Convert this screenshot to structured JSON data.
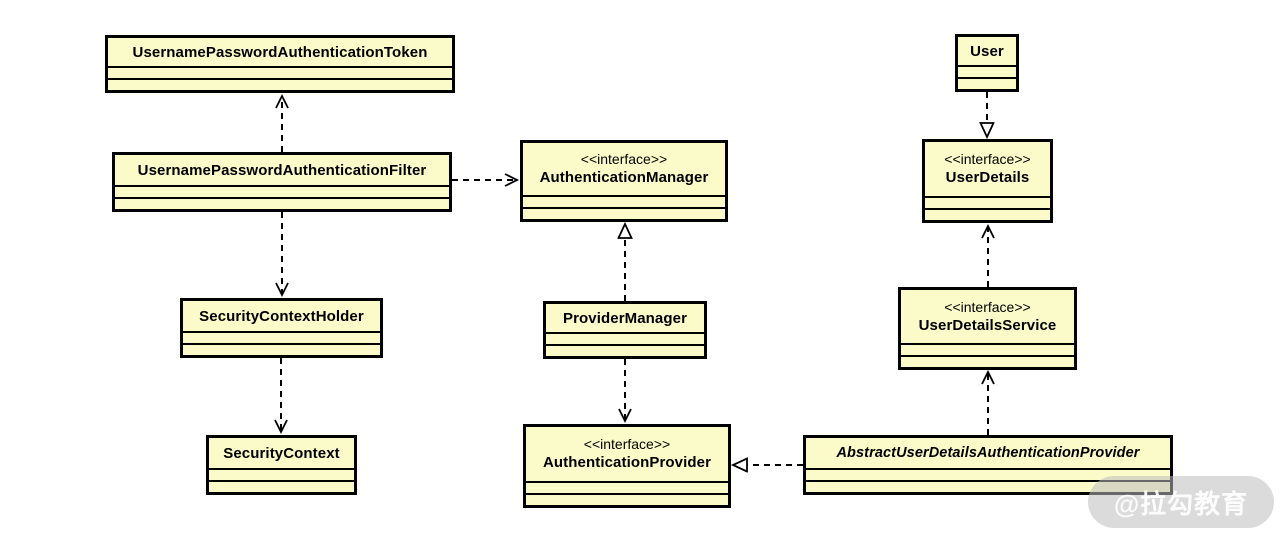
{
  "nodes": {
    "token": {
      "name": "UsernamePasswordAuthenticationToken"
    },
    "filter": {
      "name": "UsernamePasswordAuthenticationFilter"
    },
    "auth_manager": {
      "stereotype": "<<interface>>",
      "name": "AuthenticationManager"
    },
    "security_context_holder": {
      "name": "SecurityContextHolder"
    },
    "security_context": {
      "name": "SecurityContext"
    },
    "provider_manager": {
      "name": "ProviderManager"
    },
    "auth_provider": {
      "stereotype": "<<interface>>",
      "name": "AuthenticationProvider"
    },
    "user": {
      "name": "User"
    },
    "user_details": {
      "stereotype": "<<interface>>",
      "name": "UserDetails"
    },
    "user_details_service": {
      "stereotype": "<<interface>>",
      "name": "UserDetailsService"
    },
    "abstract_provider": {
      "name": "AbstractUserDetailsAuthenticationProvider"
    }
  },
  "relationships": [
    {
      "from": "UsernamePasswordAuthenticationFilter",
      "to": "UsernamePasswordAuthenticationToken",
      "type": "dependency",
      "line": "dashed",
      "arrowhead": "open"
    },
    {
      "from": "UsernamePasswordAuthenticationFilter",
      "to": "AuthenticationManager",
      "type": "dependency",
      "line": "dashed",
      "arrowhead": "open"
    },
    {
      "from": "UsernamePasswordAuthenticationFilter",
      "to": "SecurityContextHolder",
      "type": "dependency",
      "line": "dashed",
      "arrowhead": "open"
    },
    {
      "from": "SecurityContextHolder",
      "to": "SecurityContext",
      "type": "dependency",
      "line": "dashed",
      "arrowhead": "open"
    },
    {
      "from": "ProviderManager",
      "to": "AuthenticationManager",
      "type": "realization",
      "line": "dashed",
      "arrowhead": "hollow-triangle"
    },
    {
      "from": "ProviderManager",
      "to": "AuthenticationProvider",
      "type": "dependency",
      "line": "dashed",
      "arrowhead": "open"
    },
    {
      "from": "AbstractUserDetailsAuthenticationProvider",
      "to": "AuthenticationProvider",
      "type": "realization",
      "line": "dashed",
      "arrowhead": "hollow-triangle"
    },
    {
      "from": "AbstractUserDetailsAuthenticationProvider",
      "to": "UserDetailsService",
      "type": "dependency",
      "line": "dashed",
      "arrowhead": "open"
    },
    {
      "from": "UserDetailsService",
      "to": "UserDetails",
      "type": "dependency",
      "line": "dashed",
      "arrowhead": "open"
    },
    {
      "from": "User",
      "to": "UserDetails",
      "type": "realization",
      "line": "dashed",
      "arrowhead": "hollow-triangle"
    }
  ],
  "watermark": {
    "text": "@拉勾教育"
  },
  "colors": {
    "node_fill": "#FBFBC9",
    "node_border": "#000000",
    "background": "#FFFFFF",
    "watermark_bg": "#BEBEBE"
  }
}
